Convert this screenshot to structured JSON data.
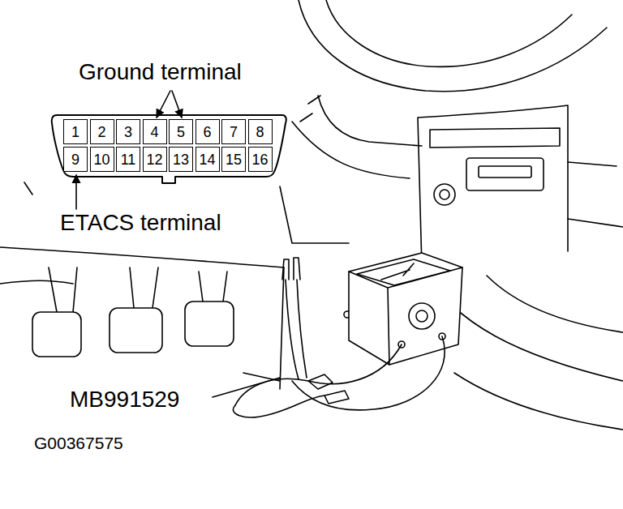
{
  "diagram": {
    "nodes": [
      {
        "text": [
          "1"
        ]
      },
      {
        "text": [
          "2"
        ]
      },
      {
        "text": [
          "3"
        ]
      },
      {
        "text": [
          "4"
        ]
      },
      {
        "text": [
          "5"
        ]
      },
      {
        "text": [
          "6"
        ]
      },
      {
        "text": [
          "7"
        ]
      },
      {
        "text": [
          "8"
        ]
      },
      {
        "text": [
          "9"
        ]
      },
      {
        "text": [
          "10"
        ]
      },
      {
        "text": [
          "11"
        ]
      },
      {
        "text": [
          "12"
        ]
      },
      {
        "text": [
          "13"
        ]
      },
      {
        "text": [
          "14"
        ]
      },
      {
        "text": [
          "15"
        ]
      },
      {
        "text": [
          "16"
        ]
      }
    ],
    "labels": [
      "Ground terminal",
      "ETACS terminal",
      "MB991529",
      "G00367575"
    ]
  }
}
